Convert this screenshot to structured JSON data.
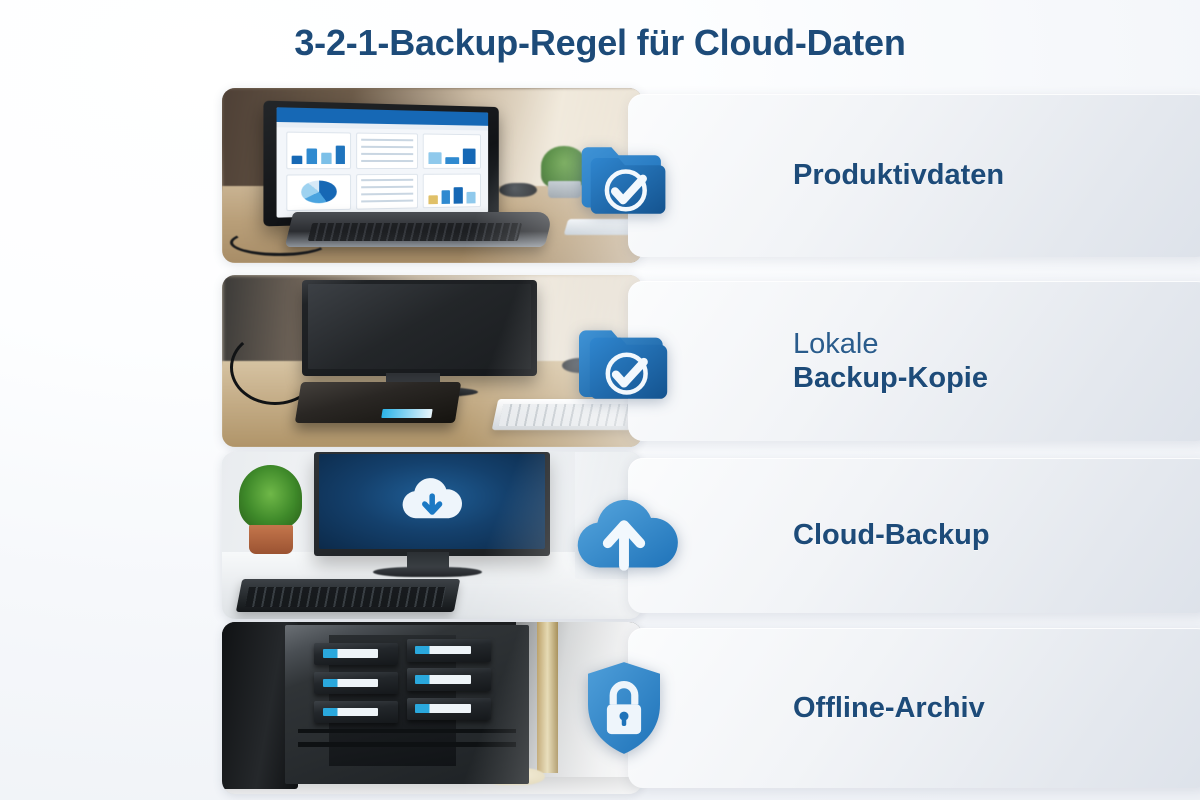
{
  "page": {
    "title": "3-2-1-Backup-Regel für Cloud-Daten",
    "language": "de",
    "background_color": "#f5f7fa",
    "accent_color": "#1d6fb8",
    "text_color": "#1d4b79"
  },
  "rows": [
    {
      "index": "1",
      "label": "Produktivdaten",
      "label_line1": "Produktivdaten",
      "label_line2": "",
      "icon": "folder-check-icon",
      "icon_color": "#1d6fb8",
      "photo_alt": "Laptop mit Dashboard-Diagrammen auf einem Holzschreibtisch",
      "photo_name": "photo-laptop-dashboard"
    },
    {
      "index": "2",
      "label": "Lokale Backup-Kopie",
      "label_line1": "Lokale",
      "label_line2": "Backup-Kopie",
      "icon": "folder-check-icon",
      "icon_color": "#1d6fb8",
      "photo_alt": "Monitor mit externer Festplatte und Tastatur auf einem Schreibtisch",
      "photo_name": "photo-monitor-external-drive"
    },
    {
      "index": "3",
      "label": "Cloud-Backup",
      "label_line1": "Cloud-Backup",
      "label_line2": "",
      "icon": "cloud-upload-icon",
      "icon_color": "#1d6fb8",
      "photo_alt": "Monitor mit Cloud-Download-Symbol, Pflanze und Tastatur",
      "photo_name": "photo-monitor-cloud"
    },
    {
      "index": "4",
      "label": "Offline-Archiv",
      "label_line1": "Offline-Archiv",
      "label_line2": "",
      "icon": "shield-lock-icon",
      "icon_color": "#1d6fb8",
      "photo_alt": "Tresor mit gestapelten Bandkassetten",
      "photo_name": "photo-safe-tape-cartridges"
    }
  ]
}
